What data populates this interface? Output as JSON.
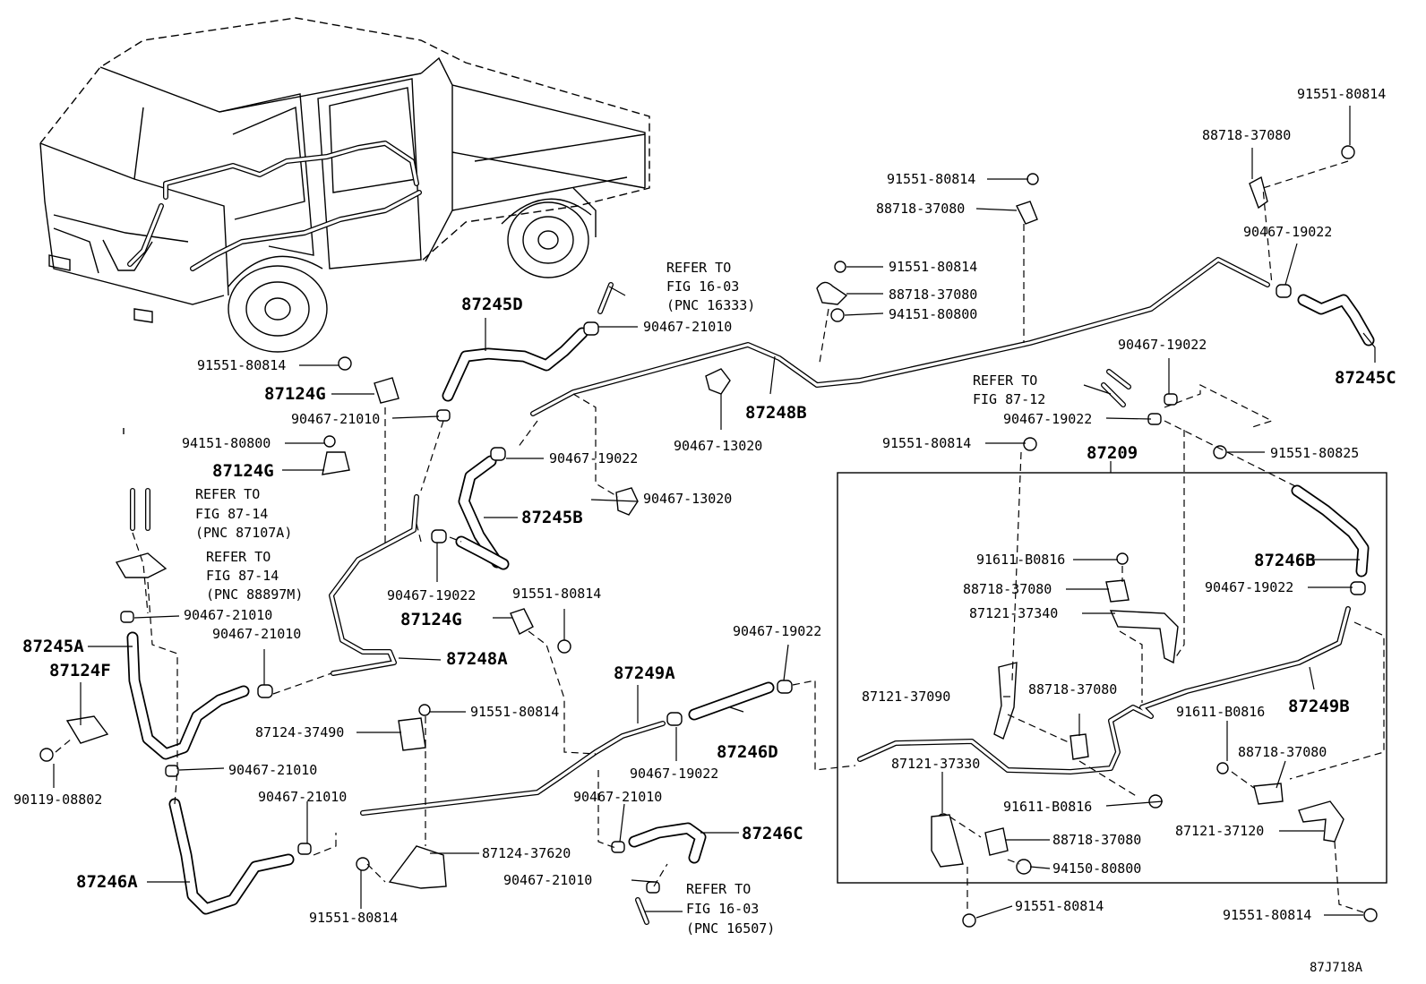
{
  "figure_code": "87J718A",
  "assembly_label": "87209",
  "labels": [
    {
      "id": "p91551-80814-tr",
      "text": "91551-80814"
    },
    {
      "id": "p88718-37080-tr",
      "text": "88718-37080"
    },
    {
      "id": "p90467-19022-tr",
      "text": "90467-19022"
    },
    {
      "id": "p87245C",
      "text": "87245C"
    },
    {
      "id": "p91551-80814-t",
      "text": "91551-80814"
    },
    {
      "id": "p88718-37080-t",
      "text": "88718-37080"
    },
    {
      "id": "p91551-80814-m",
      "text": "91551-80814"
    },
    {
      "id": "p88718-37080-m",
      "text": "88718-37080"
    },
    {
      "id": "p94151-80800-m",
      "text": "94151-80800"
    },
    {
      "id": "p90467-21010-t",
      "text": "90467-21010"
    },
    {
      "id": "p87245D",
      "text": "87245D"
    },
    {
      "id": "p91551-80814-l",
      "text": "91551-80814"
    },
    {
      "id": "p87124G-1",
      "text": "87124G"
    },
    {
      "id": "p90467-21010-l",
      "text": "90467-21010"
    },
    {
      "id": "p94151-80800-l",
      "text": "94151-80800"
    },
    {
      "id": "p87124G-2",
      "text": "87124G"
    },
    {
      "id": "p87248B",
      "text": "87248B"
    },
    {
      "id": "p90467-13020-a",
      "text": "90467-13020"
    },
    {
      "id": "p90467-19022-a",
      "text": "90467-19022"
    },
    {
      "id": "p90467-13020-b",
      "text": "90467-13020"
    },
    {
      "id": "p87245B",
      "text": "87245B"
    },
    {
      "id": "p90467-19022-r1",
      "text": "90467-19022"
    },
    {
      "id": "p90467-19022-r2",
      "text": "90467-19022"
    },
    {
      "id": "p91551-80814-r",
      "text": "91551-80814"
    },
    {
      "id": "p91551-80825",
      "text": "91551-80825"
    },
    {
      "id": "p90467-19022-c",
      "text": "90467-19022"
    },
    {
      "id": "p91551-80814-c",
      "text": "91551-80814"
    },
    {
      "id": "p87124G-3",
      "text": "87124G"
    },
    {
      "id": "p90467-21010-ml",
      "text": "90467-21010"
    },
    {
      "id": "p90467-21010-ml2",
      "text": "90467-21010"
    },
    {
      "id": "p87245A",
      "text": "87245A"
    },
    {
      "id": "p87124F",
      "text": "87124F"
    },
    {
      "id": "p87248A",
      "text": "87248A"
    },
    {
      "id": "p91611-B0816-a",
      "text": "91611-B0816"
    },
    {
      "id": "p88718-37080-a",
      "text": "88718-37080"
    },
    {
      "id": "p87121-37340",
      "text": "87121-37340"
    },
    {
      "id": "p87246B",
      "text": "87246B"
    },
    {
      "id": "p90467-19022-b",
      "text": "90467-19022"
    },
    {
      "id": "p90467-19022-d",
      "text": "90467-19022"
    },
    {
      "id": "p87249A",
      "text": "87249A"
    },
    {
      "id": "p91551-80814-d",
      "text": "91551-80814"
    },
    {
      "id": "p87124-37490",
      "text": "87124-37490"
    },
    {
      "id": "p87246D",
      "text": "87246D"
    },
    {
      "id": "p90467-19022-e",
      "text": "90467-19022"
    },
    {
      "id": "p87121-37090",
      "text": "87121-37090"
    },
    {
      "id": "p88718-37080-b",
      "text": "88718-37080"
    },
    {
      "id": "p87249B",
      "text": "87249B"
    },
    {
      "id": "p91611-B0816-b",
      "text": "91611-B0816"
    },
    {
      "id": "p88718-37080-c",
      "text": "88718-37080"
    },
    {
      "id": "p90467-21010-bl",
      "text": "90467-21010"
    },
    {
      "id": "p90119-08802",
      "text": "90119-08802"
    },
    {
      "id": "p90467-21010-bm",
      "text": "90467-21010"
    },
    {
      "id": "p90467-21010-bc",
      "text": "90467-21010"
    },
    {
      "id": "p87121-37330",
      "text": "87121-37330"
    },
    {
      "id": "p91611-B0816-c",
      "text": "91611-B0816"
    },
    {
      "id": "p87121-37120",
      "text": "87121-37120"
    },
    {
      "id": "p87246C",
      "text": "87246C"
    },
    {
      "id": "p88718-37080-d",
      "text": "88718-37080"
    },
    {
      "id": "p87124-37620",
      "text": "87124-37620"
    },
    {
      "id": "p87246A",
      "text": "87246A"
    },
    {
      "id": "p90467-21010-bb",
      "text": "90467-21010"
    },
    {
      "id": "p94150-80800",
      "text": "94150-80800"
    },
    {
      "id": "p91551-80814-bl",
      "text": "91551-80814"
    },
    {
      "id": "p91551-80814-bm",
      "text": "91551-80814"
    },
    {
      "id": "p91551-80814-br",
      "text": "91551-80814"
    }
  ],
  "references": [
    {
      "id": "ref-16-03-top",
      "lines": [
        "REFER TO",
        "FIG 16-03",
        "(PNC 16333)"
      ]
    },
    {
      "id": "ref-87-12",
      "lines": [
        "REFER TO",
        "FIG 87-12"
      ]
    },
    {
      "id": "ref-87-14-a",
      "lines": [
        "REFER TO",
        "FIG 87-14",
        "(PNC 87107A)"
      ]
    },
    {
      "id": "ref-87-14-b",
      "lines": [
        "REFER TO",
        "FIG 87-14",
        "(PNC 88897M)"
      ]
    },
    {
      "id": "ref-16-03-bot",
      "lines": [
        "REFER TO",
        "FIG 16-03",
        "(PNC 16507)"
      ]
    }
  ]
}
